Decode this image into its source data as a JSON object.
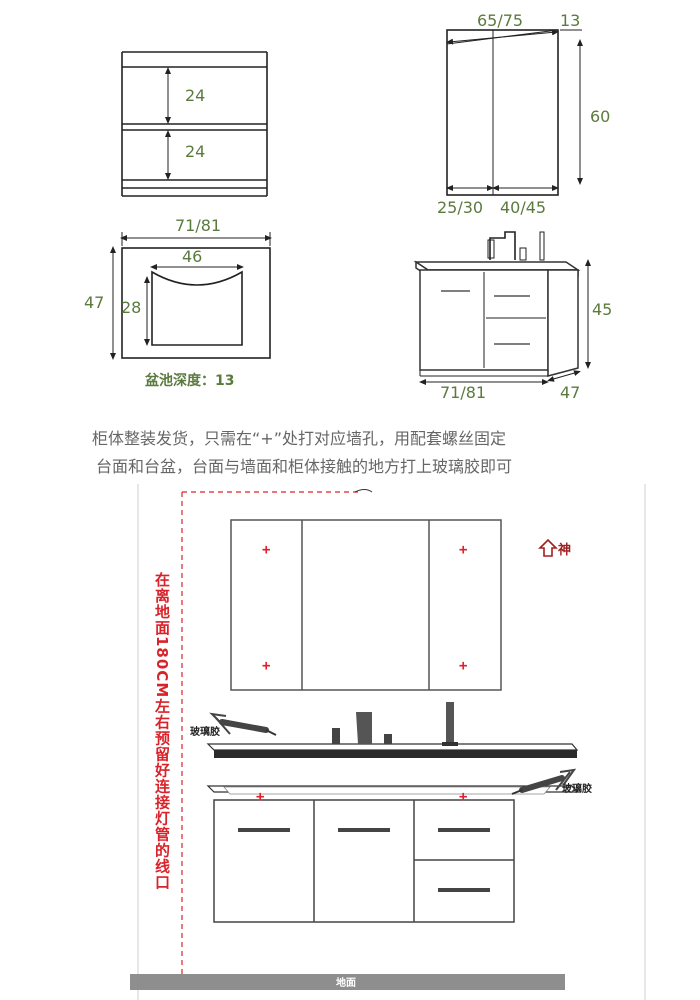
{
  "dims": {
    "shelf_top": "24",
    "shelf_bottom": "24",
    "mirror_width": "65/75",
    "mirror_depth": "13",
    "mirror_height": "60",
    "mirror_left": "25/30",
    "mirror_right": "40/45",
    "top_width": "71/81",
    "basin_width": "46",
    "top_depth": "47",
    "basin_depth_plan": "28",
    "basin_depth_note": "盆池深度：13",
    "cab_height": "45",
    "cab_width": "71/81",
    "cab_depth": "47"
  },
  "instructions": [
    "柜体整装发货，只需在“+”处打对应墙孔，用配套螺丝固定",
    "台面和台盆，台面与墙面和柜体接触的地方打上玻璃胶即可"
  ],
  "install": {
    "vertical_label": "在离地面180CM左右预留好连接灯管的线口",
    "glue_left": "玻璃胶",
    "glue_right": "玻璃胶",
    "floor_label": "地面",
    "logo_text": "神",
    "plus_mark": "+"
  }
}
